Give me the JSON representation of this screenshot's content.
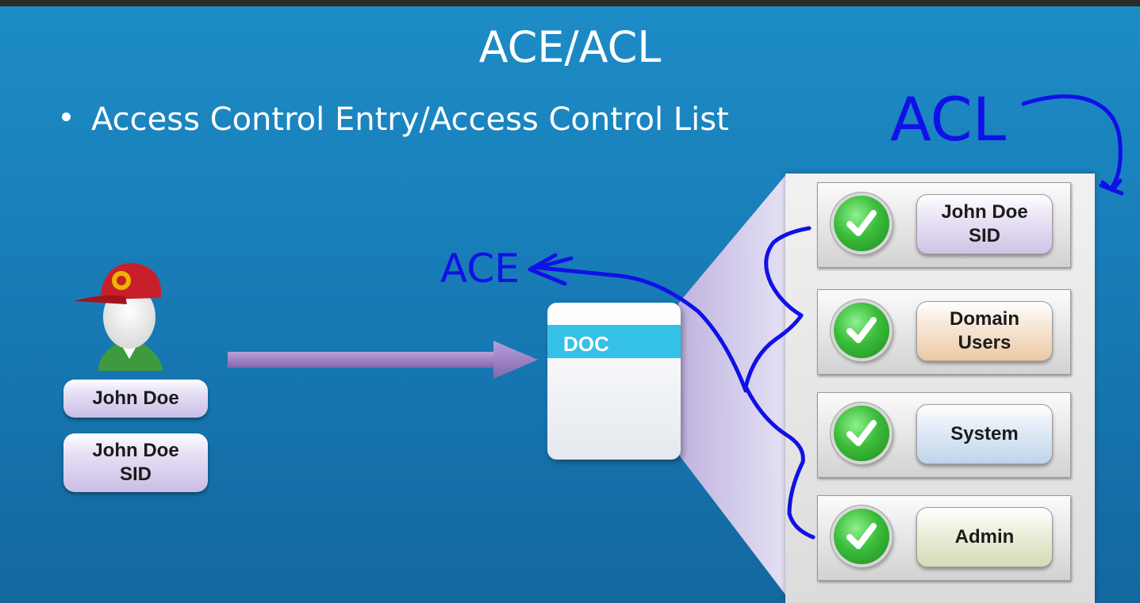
{
  "slide": {
    "title": "ACE/ACL",
    "bullet": "Access Control Entry/Access Control List"
  },
  "annotations": {
    "acl_label": "ACL",
    "ace_label": "ACE",
    "ink_color": "#1010e8"
  },
  "user": {
    "name_label": "John Doe",
    "sid_label_line1": "John Doe",
    "sid_label_line2": "SID"
  },
  "document": {
    "label": "DOC"
  },
  "acl_entries": [
    {
      "line1": "John Doe",
      "line2": "SID",
      "icon": "check-icon"
    },
    {
      "line1": "Domain",
      "line2": "Users",
      "icon": "check-icon"
    },
    {
      "line1": "System",
      "line2": "",
      "icon": "check-icon"
    },
    {
      "line1": "Admin",
      "line2": "",
      "icon": "check-icon"
    }
  ],
  "colors": {
    "background": "#1a82bf",
    "arrow": "#9b7fc0",
    "doc_band": "#35c0e8",
    "check": "#3bbd3b"
  }
}
